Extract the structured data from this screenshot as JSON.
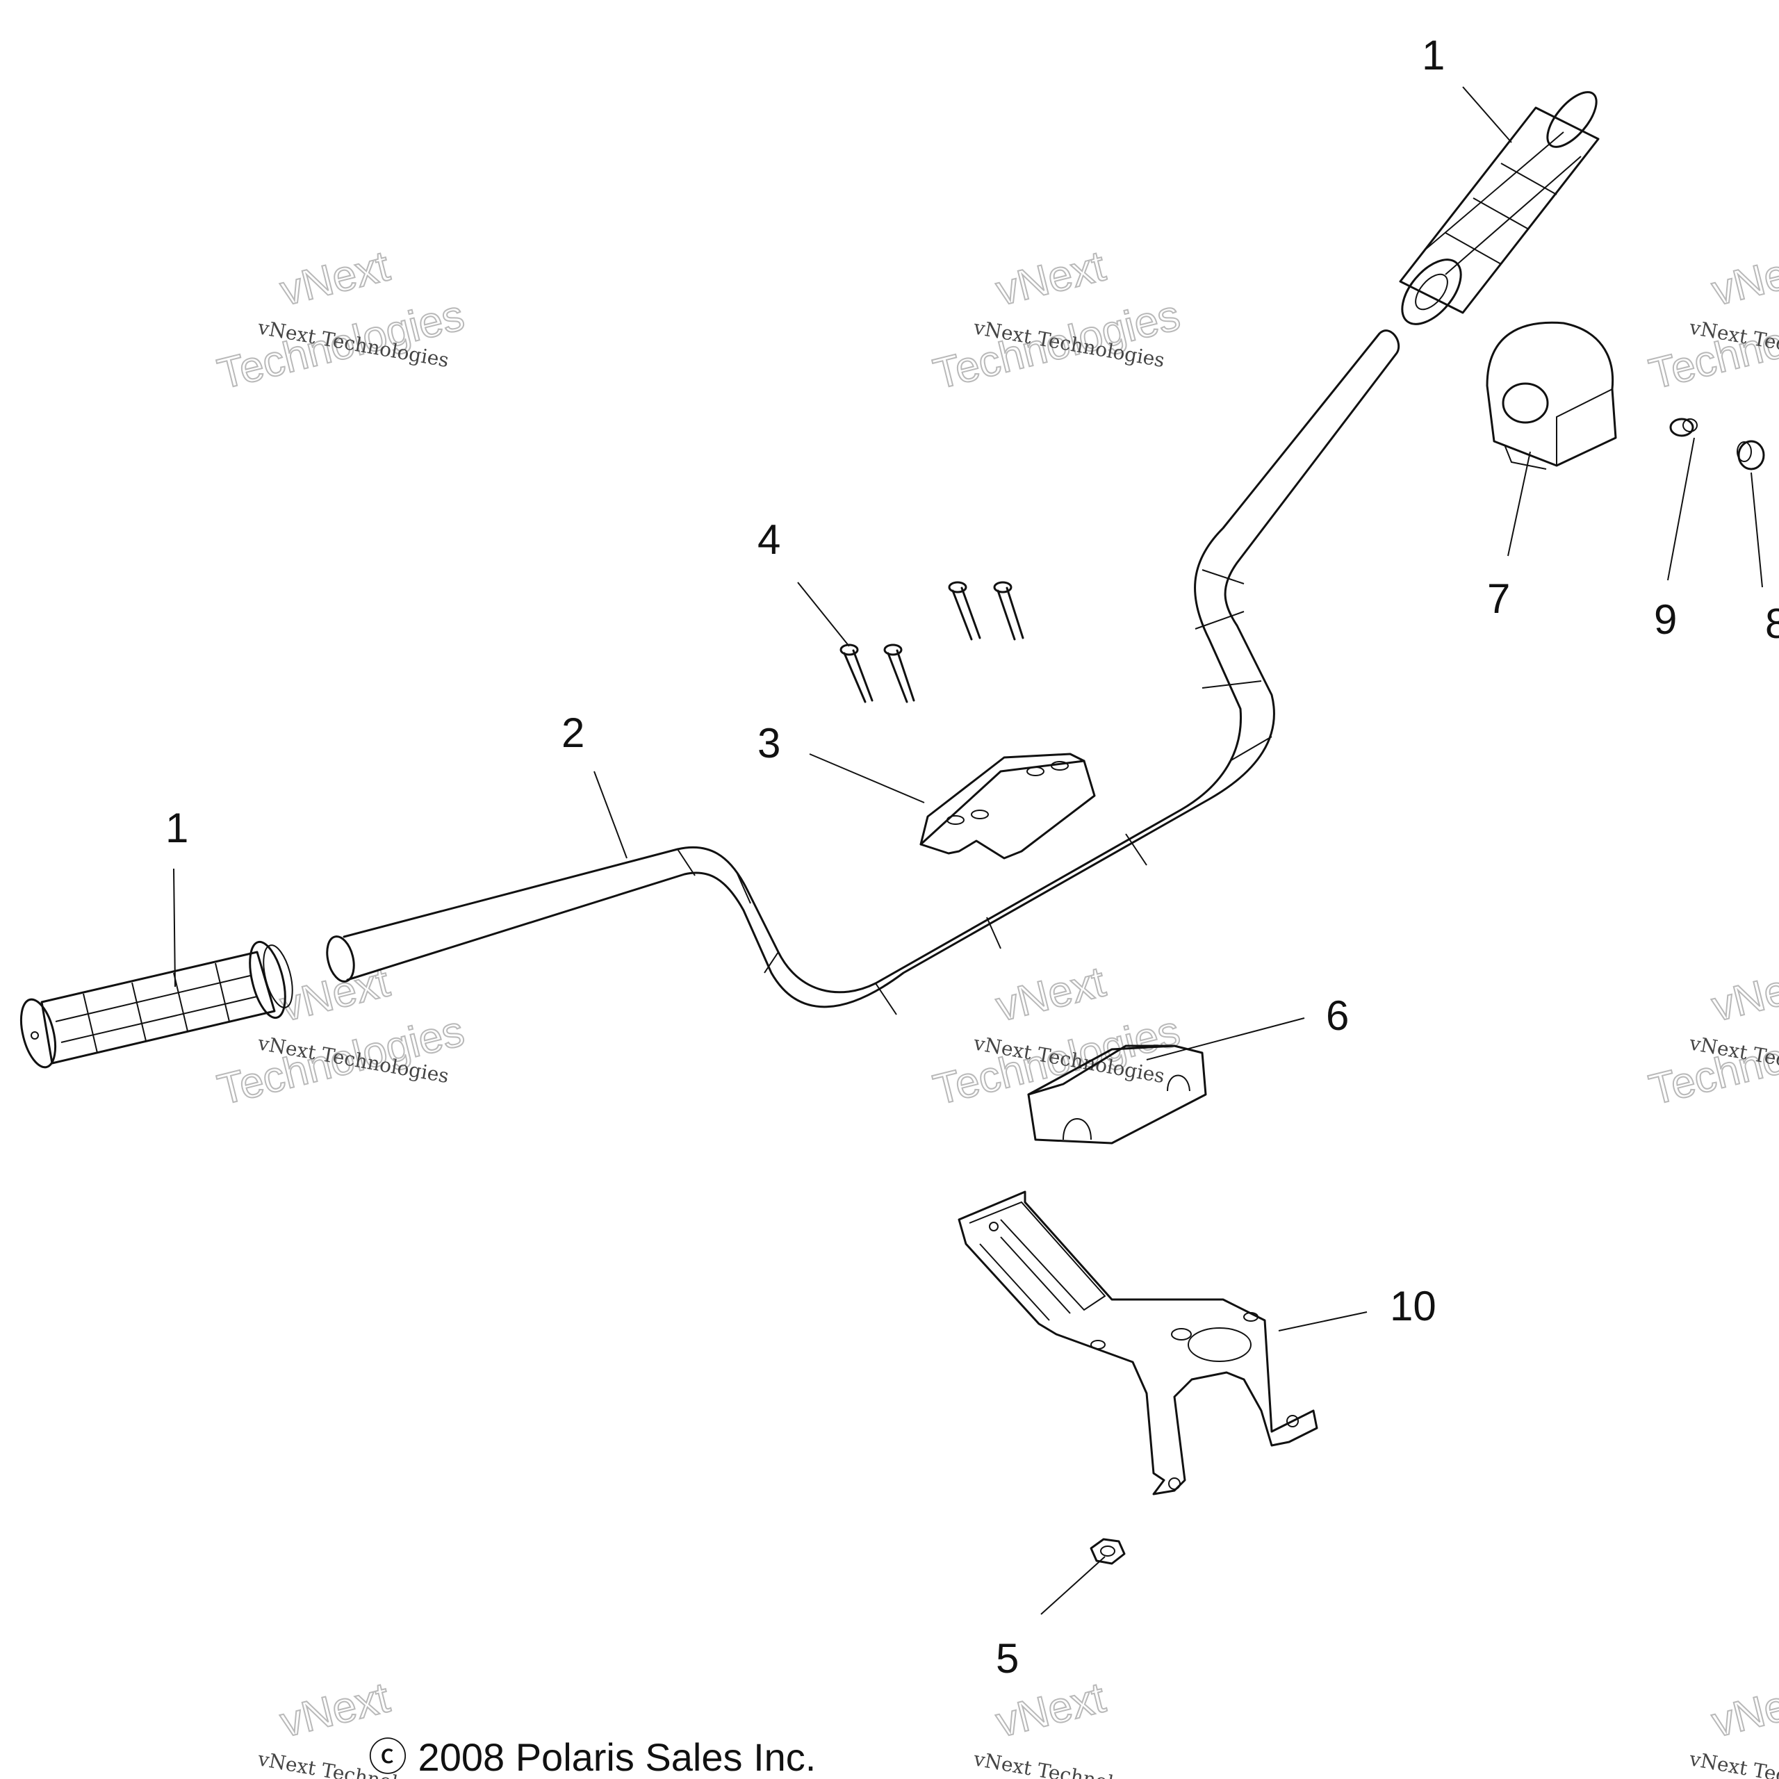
{
  "diagram": {
    "callouts": [
      "1",
      "1",
      "2",
      "3",
      "4",
      "5",
      "6",
      "7",
      "8",
      "9",
      "10"
    ],
    "copyright": "ⓒ 2008 Polaris Sales Inc.",
    "watermark": {
      "line": "vNext Technologies",
      "word1": "vNext",
      "word2": "Technologies"
    }
  }
}
